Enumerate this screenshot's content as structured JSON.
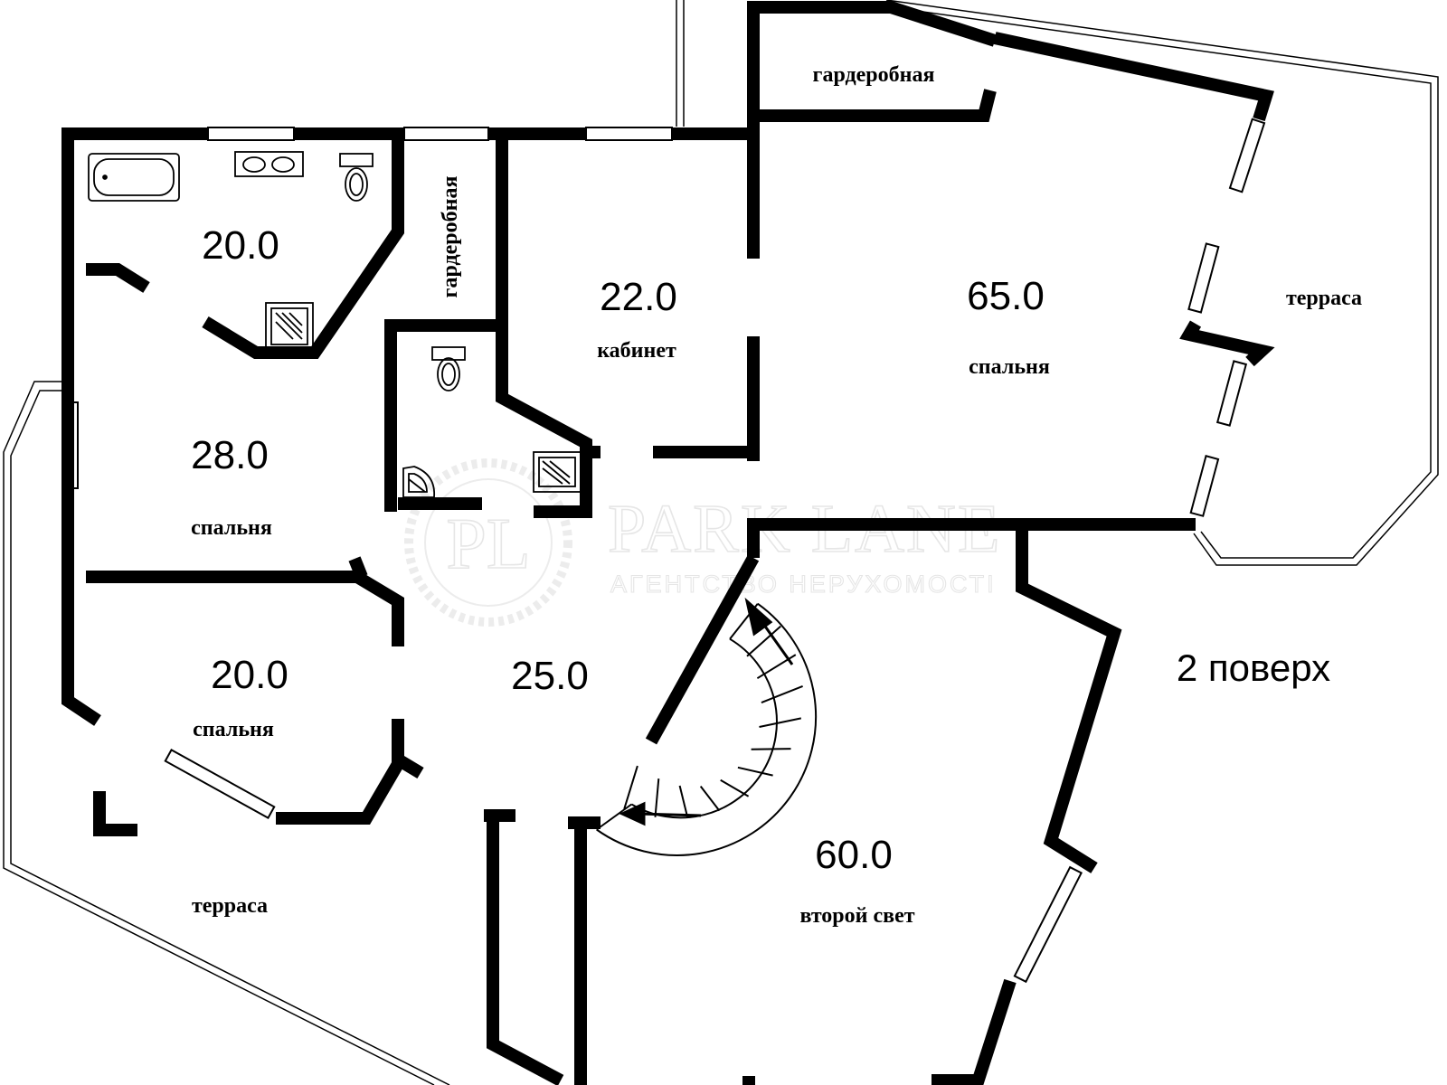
{
  "floor_label": "2 поверх",
  "watermark": {
    "monogram": "PL",
    "title": "PARK LANE",
    "subtitle": "АГЕНТСТВО НЕРУХОМОСТІ"
  },
  "rooms": {
    "bath_top": {
      "area": "20.0"
    },
    "closet_top": {
      "label": "гардеробная"
    },
    "closet_vertical": {
      "label": "гардеробная"
    },
    "office": {
      "area": "22.0",
      "label": "кабинет"
    },
    "master_bedroom": {
      "area": "65.0",
      "label": "спальня"
    },
    "terrace_right": {
      "label": "терраса"
    },
    "bedroom_left": {
      "area": "28.0",
      "label": "спальня"
    },
    "bedroom_bottom": {
      "area": "20.0",
      "label": "спальня"
    },
    "hall": {
      "area": "25.0"
    },
    "terrace_left": {
      "label": "терраса"
    },
    "second_light": {
      "area": "60.0",
      "label": "второй свет"
    }
  }
}
